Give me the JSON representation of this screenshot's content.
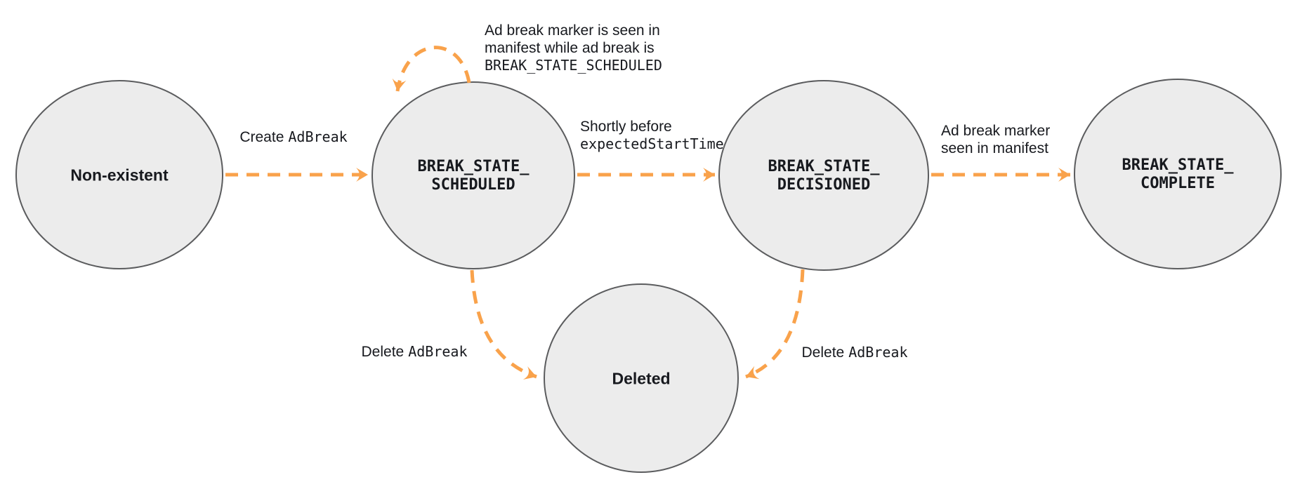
{
  "colors": {
    "arrow": "#F9A24B",
    "state_fill": "#ECECEC",
    "state_border": "#5B5C5E",
    "text": "#17191E"
  },
  "states": [
    {
      "name": "non-existent",
      "label": "Non-existent"
    },
    {
      "name": "break-state-scheduled",
      "line1": "BREAK_STATE_",
      "line2": "SCHEDULED"
    },
    {
      "name": "break-state-decisioned",
      "line1": "BREAK_STATE_",
      "line2": "DECISIONED"
    },
    {
      "name": "break-state-complete",
      "line1": "BREAK_STATE_",
      "line2": "COMPLETE"
    },
    {
      "name": "deleted",
      "label": "Deleted"
    }
  ],
  "transitions": {
    "create": {
      "sans": "Create",
      "code": "AdBreak"
    },
    "self_loop": {
      "line1": "Ad break marker is seen in",
      "line2": "manifest while ad break is",
      "line3": "BREAK_STATE_SCHEDULED"
    },
    "decision": {
      "line1": "Shortly before",
      "line2": "expectedStartTime"
    },
    "complete": {
      "line1": "Ad break marker",
      "line2": "seen in manifest"
    },
    "delete_left": {
      "sans": "Delete",
      "code": "AdBreak"
    },
    "delete_right": {
      "sans": "Delete",
      "code": "AdBreak"
    }
  }
}
